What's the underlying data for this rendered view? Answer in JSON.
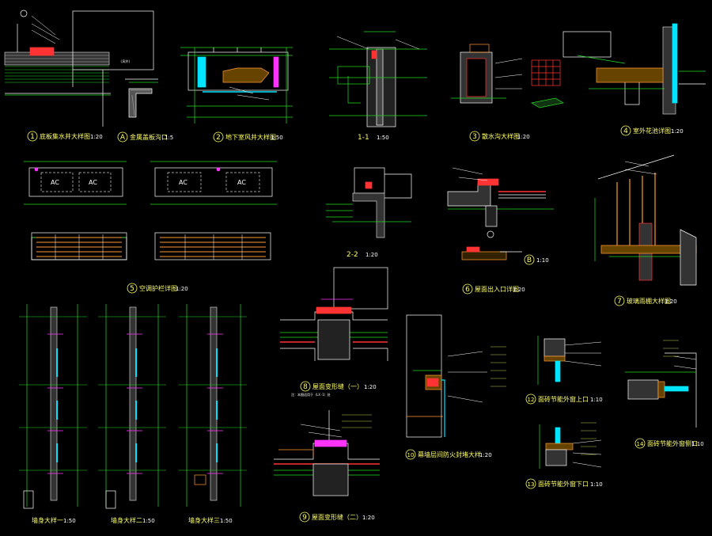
{
  "drawing": {
    "background": "#000000",
    "colors": {
      "green": "#22dd22",
      "white": "#ffffff",
      "yellow": "#ffff66",
      "red": "#ff3333",
      "magenta": "#ff33ff",
      "cyan": "#00e5ff",
      "blue": "#3355ff",
      "orange": "#ff9933"
    },
    "titles": [
      {
        "key": "t1",
        "number": "1",
        "text": "底板集水井大样图",
        "scale": "1:20"
      },
      {
        "key": "tA",
        "number": "A",
        "text": "金属盖板沟口",
        "scale": "1:5"
      },
      {
        "key": "t2",
        "number": "2",
        "text": "地下室风井大样图",
        "scale": "1:50"
      },
      {
        "key": "t11",
        "number": "",
        "text": "1-1",
        "scale": "1:50"
      },
      {
        "key": "t3",
        "number": "3",
        "text": "散水沟大样图",
        "scale": "1:20"
      },
      {
        "key": "t4",
        "number": "4",
        "text": "室外花池详图",
        "scale": "1:20"
      },
      {
        "key": "t22",
        "number": "",
        "text": "2-2",
        "scale": "1:20"
      },
      {
        "key": "tB",
        "number": "B",
        "text": "",
        "scale": "1:10"
      },
      {
        "key": "t5",
        "number": "5",
        "text": "空调护栏详图",
        "scale": "1:20"
      },
      {
        "key": "t6",
        "number": "6",
        "text": "屋面出入口详图",
        "scale": "1:20"
      },
      {
        "key": "t7",
        "number": "7",
        "text": "玻璃雨棚大样图",
        "scale": "1:20"
      },
      {
        "key": "t8",
        "number": "8",
        "text": "屋面变形缝（一）",
        "scale": "1:20"
      },
      {
        "key": "t9",
        "number": "9",
        "text": "屋面变形缝（二）",
        "scale": "1:20"
      },
      {
        "key": "t10",
        "number": "10",
        "text": "幕墙层间防火封堵大样",
        "scale": "1:20"
      },
      {
        "key": "t12",
        "number": "12",
        "text": "面砖节能外窗上口",
        "scale": "1:10"
      },
      {
        "key": "t13",
        "number": "13",
        "text": "面砖节能外窗下口",
        "scale": "1:10"
      },
      {
        "key": "t14",
        "number": "14",
        "text": "面砖节能外窗侧口",
        "scale": "1:10"
      },
      {
        "key": "tw1",
        "number": "",
        "text": "墙身大样一",
        "scale": "1:50"
      },
      {
        "key": "tw2",
        "number": "",
        "text": "墙身大样二",
        "scale": "1:50"
      },
      {
        "key": "tw3",
        "number": "",
        "text": "墙身大样三",
        "scale": "1:50"
      }
    ],
    "ac_labels": [
      "AC",
      "AC",
      "AC",
      "AC"
    ],
    "annotations": {
      "shaft_label": "(风井)",
      "note_8": "注：本图适用于（LX-1）处"
    }
  }
}
